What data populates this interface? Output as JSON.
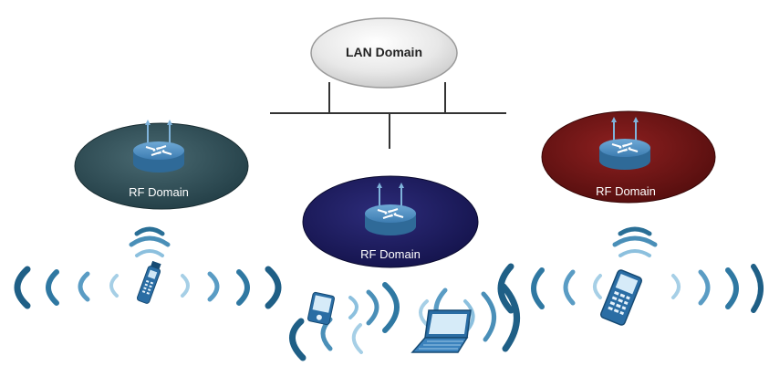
{
  "lan": {
    "label": "LAN Domain"
  },
  "rf_domains": [
    {
      "id": "left",
      "label": "RF Domain",
      "color": "#2c4a52"
    },
    {
      "id": "center",
      "label": "RF Domain",
      "color": "#1b1a5e"
    },
    {
      "id": "right",
      "label": "RF Domain",
      "color": "#6e1414"
    }
  ],
  "colors": {
    "lan_fill": "#e6e6e6",
    "router_fill": "#3c7eb0",
    "wave": "#2a6f96",
    "device": "#2a6da4"
  },
  "devices": [
    {
      "type": "handheld-scanner",
      "icon": "scanner-icon"
    },
    {
      "type": "pda",
      "icon": "pda-icon"
    },
    {
      "type": "laptop",
      "icon": "laptop-icon"
    },
    {
      "type": "mobile-terminal",
      "icon": "mobile-terminal-icon"
    }
  ]
}
